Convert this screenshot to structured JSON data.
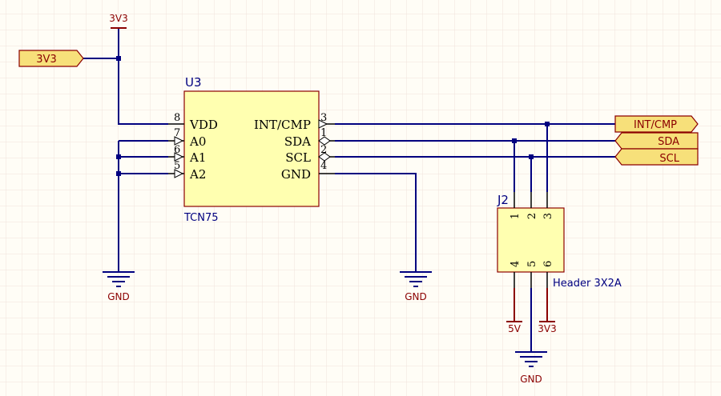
{
  "colors": {
    "wire": "#000080",
    "power": "#8b0000",
    "component_fill": "#ffffb0",
    "port_fill": "#f7e07a",
    "grid": "#f0e4dc",
    "background": "#fffdf6"
  },
  "power_ports": {
    "top_3v3": "3V3",
    "gnd_left": "GND",
    "gnd_mid": "GND",
    "gnd_bottom": "GND",
    "j2_5v": "5V",
    "j2_3v3": "3V3"
  },
  "ports": {
    "in_3v3": "3V3",
    "int_cmp": "INT/CMP",
    "sda": "SDA",
    "scl": "SCL"
  },
  "u3": {
    "designator": "U3",
    "comment": "TCN75",
    "pins": {
      "vdd": {
        "num": "8",
        "name": "VDD"
      },
      "a0": {
        "num": "7",
        "name": "A0"
      },
      "a1": {
        "num": "6",
        "name": "A1"
      },
      "a2": {
        "num": "5",
        "name": "A2"
      },
      "int": {
        "num": "3",
        "name": "INT/CMP"
      },
      "sda": {
        "num": "1",
        "name": "SDA"
      },
      "scl": {
        "num": "2",
        "name": "SCL"
      },
      "gnd": {
        "num": "4",
        "name": "GND"
      }
    }
  },
  "j2": {
    "designator": "J2",
    "comment": "Header 3X2A",
    "pins": [
      "1",
      "2",
      "3",
      "4",
      "5",
      "6"
    ]
  }
}
